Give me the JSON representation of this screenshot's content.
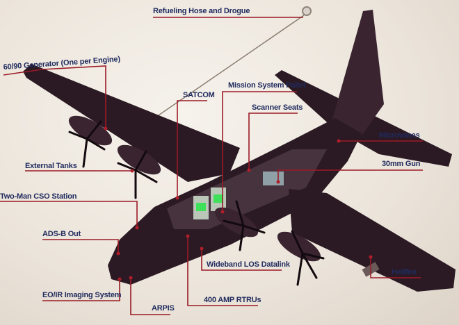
{
  "labels": {
    "refueling": "Refueling Hose and Drogue",
    "generator": "60/90 Generator (One per Engine)",
    "satcom": "SATCOM",
    "mission_pallet": "Mission System Pallet",
    "scanner_seats": "Scanner Seats",
    "microvanes": "Microvanes",
    "gun": "30mm Gun",
    "external_tanks": "External Tanks",
    "cso_station": "Two-Man CSO Station",
    "adsb": "ADS-B Out",
    "datalink": "Wideband LOS Datalink",
    "hellfire": "Hellfire",
    "eoir": "EO/IR Imaging System",
    "arpis": "ARPIS",
    "rtrus": "400 AMP RTRUs"
  },
  "colors": {
    "label_text": "#1f2a5e",
    "leader_line": "#9b1b26",
    "aircraft": "#2b1a24",
    "console_screen": "#3fe05a"
  }
}
